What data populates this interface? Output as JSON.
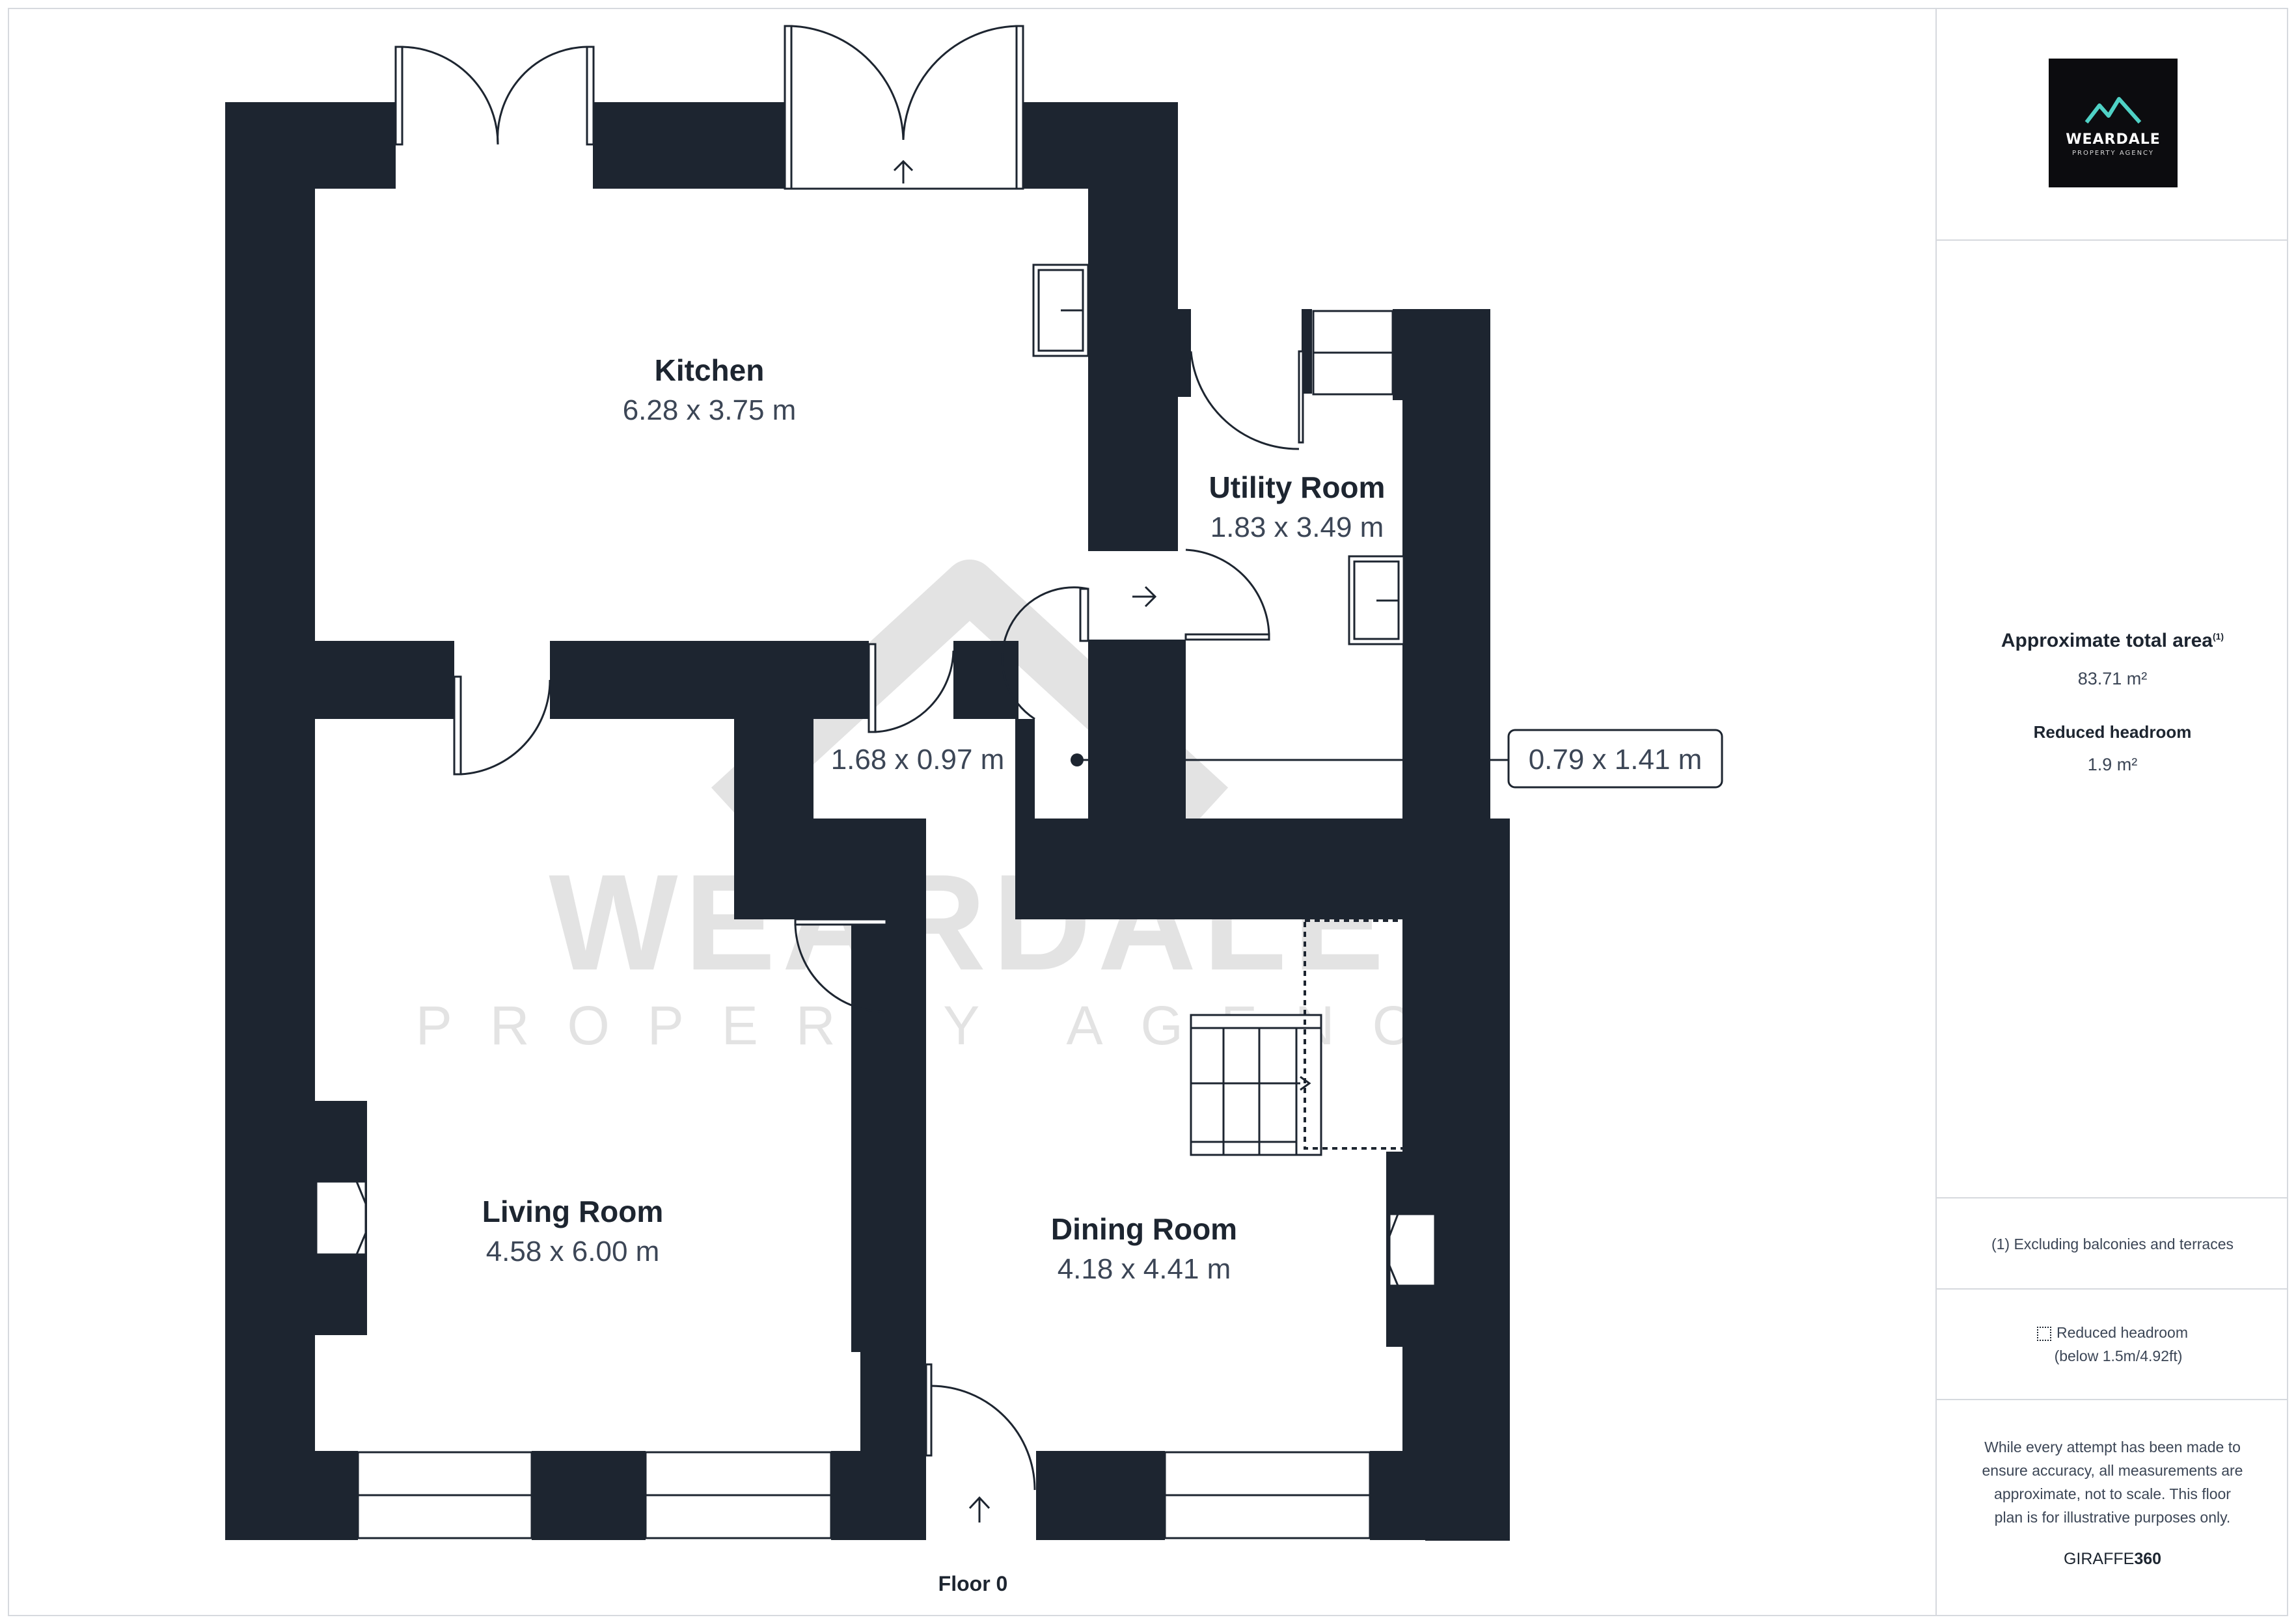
{
  "brand": {
    "logo_name": "WEARDALE",
    "logo_sub": "PROPERTY AGENCY",
    "watermark_main": "WEARDALE",
    "watermark_sub": "PROPERTY AGENCY"
  },
  "rooms": {
    "kitchen": {
      "name": "Kitchen",
      "size": "6.28 x 3.75 m"
    },
    "utility": {
      "name": "Utility Room",
      "size": "1.83 x 3.49 m"
    },
    "hall": {
      "size": "1.68 x 0.97 m"
    },
    "cupboard": {
      "size": "0.79 x 1.41 m"
    },
    "living": {
      "name": "Living Room",
      "size": "4.58 x 6.00 m"
    },
    "dining": {
      "name": "Dining Room",
      "size": "4.18 x 4.41 m"
    }
  },
  "floor_label": "Floor 0",
  "area": {
    "title": "Approximate total area",
    "footnote_mark": "(1)",
    "total": "83.71 m²",
    "reduced_title": "Reduced headroom",
    "reduced_value": "1.9 m²"
  },
  "notes": {
    "footnote": "(1) Excluding balconies and terraces",
    "legend_line1": "Reduced headroom",
    "legend_line2": "(below 1.5m/4.92ft)",
    "disclaimer_1": "While every attempt has been made to",
    "disclaimer_2": "ensure accuracy, all measurements are",
    "disclaimer_3": "approximate, not to scale. This floor",
    "disclaimer_4": "plan is for illustrative purposes only.",
    "brand_prefix": "GIRAFFE",
    "brand_suffix": "360"
  },
  "colors": {
    "wall": "#1d2530",
    "accent": "#4fd1c5",
    "watermark": "#dcdcdc"
  }
}
